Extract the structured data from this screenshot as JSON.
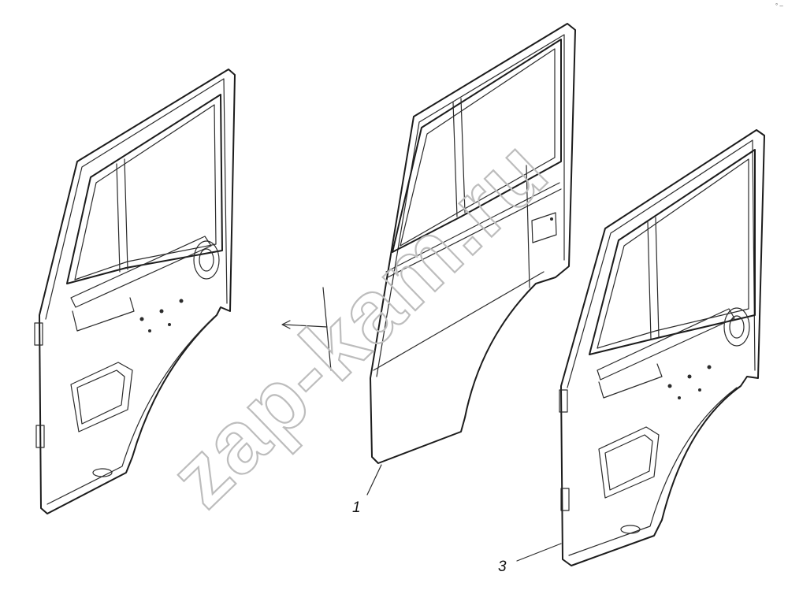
{
  "callouts": [
    {
      "label": "1"
    },
    {
      "label": "3"
    }
  ],
  "watermark": "zap-kam.ru",
  "corner_mark": "° –"
}
